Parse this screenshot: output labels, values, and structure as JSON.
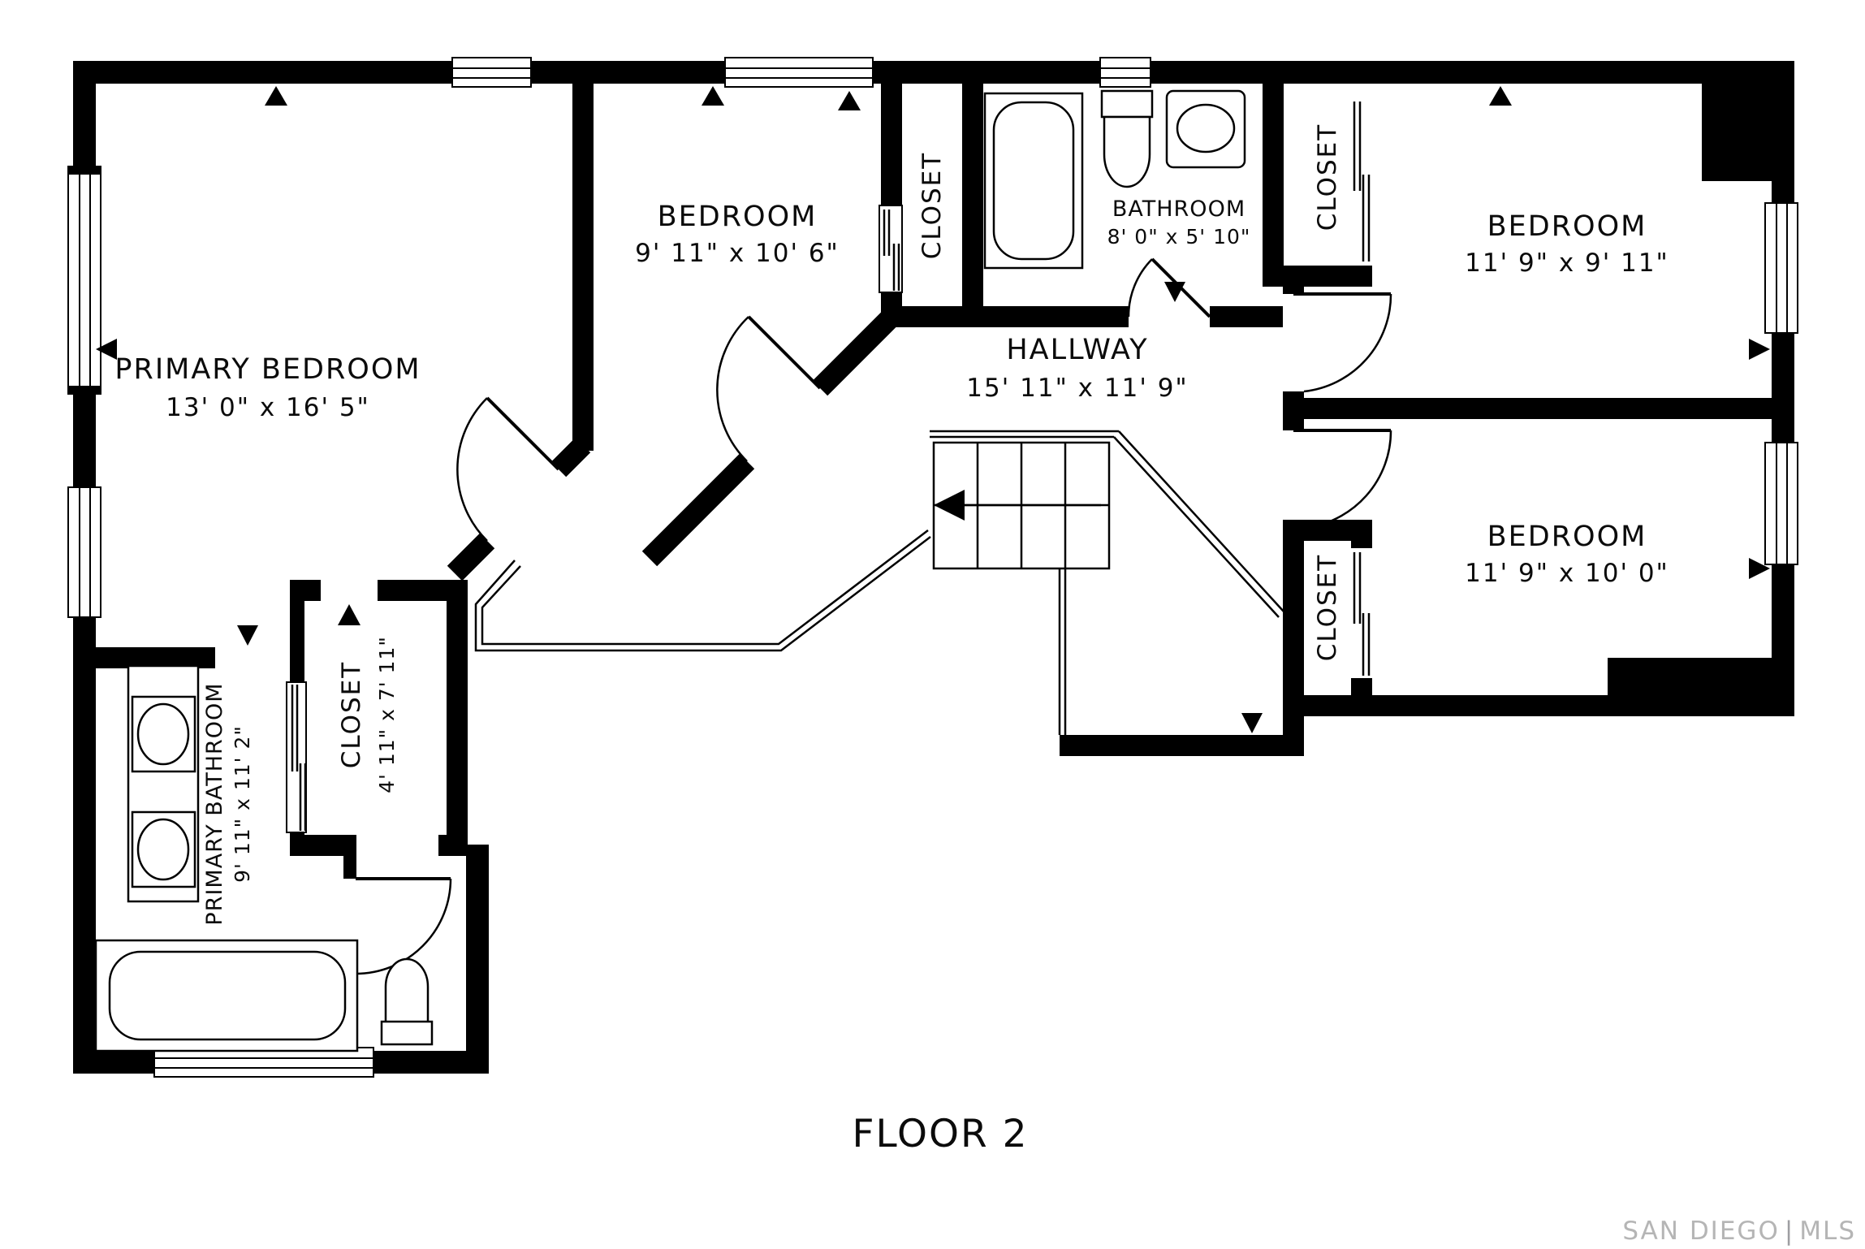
{
  "footer": {
    "title": "FLOOR 2"
  },
  "watermark": {
    "brand": "SAN DIEGO",
    "separator": "|",
    "suffix": "MLS"
  },
  "colors": {
    "wall": "#000000",
    "floor": "#ffffff",
    "watermark_gray": "#b5b5b5"
  },
  "rooms": {
    "primary_bedroom": {
      "label": "PRIMARY BEDROOM",
      "dims": "13' 0\" x 16' 5\""
    },
    "bedroom_top_middle": {
      "label": "BEDROOM",
      "dims": "9' 11\" x 10' 6\""
    },
    "closet_top_middle": {
      "label": "CLOSET"
    },
    "bathroom": {
      "label": "BATHROOM",
      "dims": "8' 0\" x 5' 10\""
    },
    "closet_top_right": {
      "label": "CLOSET"
    },
    "bedroom_top_right": {
      "label": "BEDROOM",
      "dims": "11' 9\" x 9' 11\""
    },
    "hallway": {
      "label": "HALLWAY",
      "dims": "15' 11\" x 11' 9\""
    },
    "bedroom_bottom_right": {
      "label": "BEDROOM",
      "dims": "11' 9\" x 10' 0\""
    },
    "closet_bottom_right": {
      "label": "CLOSET"
    },
    "primary_bathroom": {
      "label": "PRIMARY BATHROOM",
      "dims": "9' 11\" x 11' 2\""
    },
    "closet_primary": {
      "label": "CLOSET",
      "dims": "4' 11\" x 7' 11\""
    }
  },
  "fixtures": {
    "staircase": "stairs-down",
    "bathtubs": 2,
    "toilets": 2,
    "sinks": 3
  }
}
